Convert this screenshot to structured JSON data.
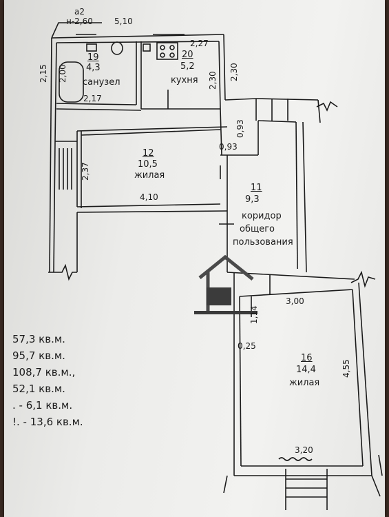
{
  "plan": {
    "header": {
      "block": "а2",
      "height": "н-2,60",
      "width": "5,10"
    },
    "rooms": [
      {
        "num": "19",
        "area": "4,3",
        "name": "санузел",
        "w": "2,17",
        "h1": "2,15",
        "h2": "2,00"
      },
      {
        "num": "20",
        "area": "5,2",
        "name": "кухня",
        "w": "2,27",
        "h1": "2,30",
        "h2": "2,30"
      },
      {
        "num": "12",
        "area": "10,5",
        "name": "жилая",
        "w": "4,10",
        "h": "2,37"
      },
      {
        "num": "11",
        "area": "9,3",
        "name1": "коридор",
        "name2": "общего",
        "name3": "пользования",
        "w": "0,93",
        "h": "0,93"
      },
      {
        "num": "16",
        "area": "14,4",
        "name": "жилая",
        "w1": "3,00",
        "w2": "3,20",
        "h": "4,55",
        "d1": "1,14",
        "d2": "0,25"
      }
    ]
  },
  "legend": [
    "57,3 кв.м.",
    "95,7 кв.м.",
    "108,7 кв.м.,",
    "52,1 кв.м.",
    ". - 6,1 кв.м.",
    "!. - 13,6 кв.м."
  ]
}
